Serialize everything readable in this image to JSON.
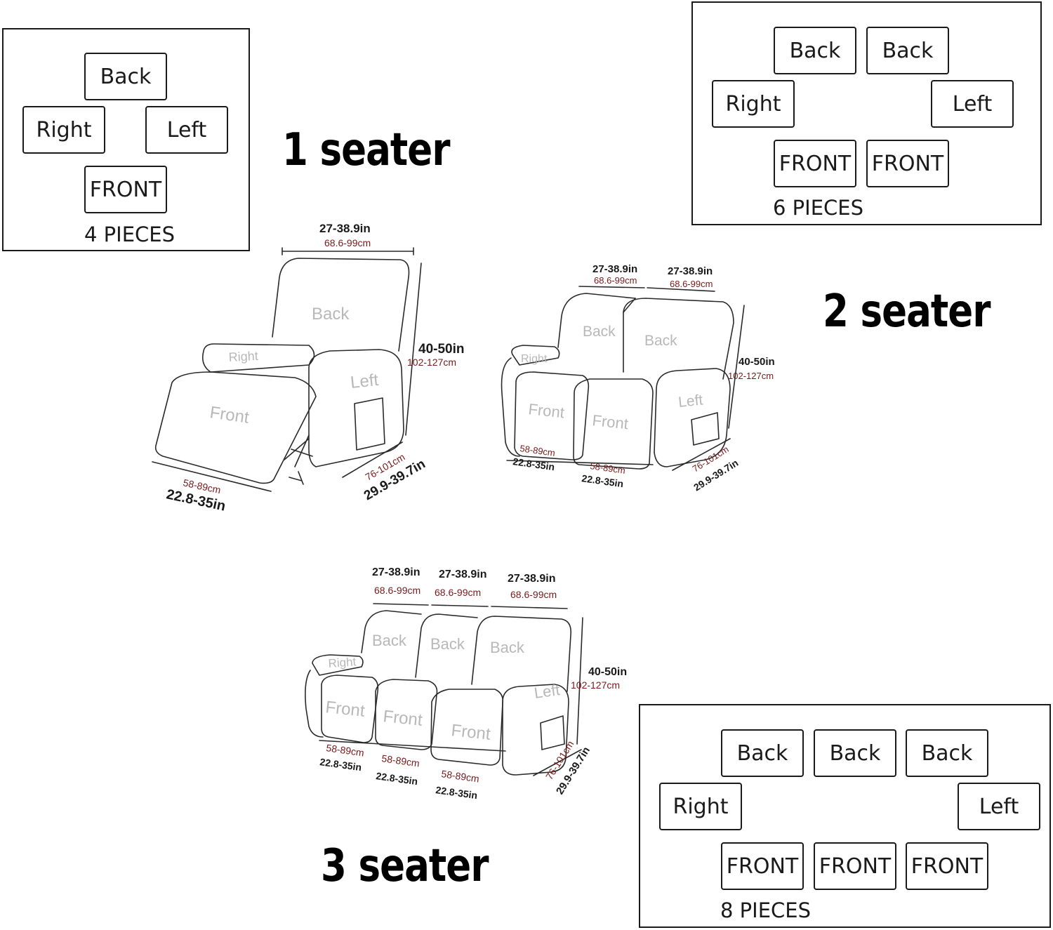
{
  "panels": {
    "p4": {
      "pieces": [
        "Back",
        "Right",
        "Left",
        "FRONT"
      ],
      "count": "4 PIECES"
    },
    "p6": {
      "pieces": [
        "Back",
        "Back",
        "Right",
        "Left",
        "FRONT",
        "FRONT"
      ],
      "count": "6 PIECES"
    },
    "p8": {
      "pieces": [
        "Back",
        "Back",
        "Back",
        "Right",
        "Left",
        "FRONT",
        "FRONT",
        "FRONT"
      ],
      "count": "8 PIECES"
    }
  },
  "headings": {
    "one": "1 seater",
    "two": "2 seater",
    "three": "3 seater"
  },
  "parts": {
    "back": "Back",
    "right": "Right",
    "left": "Left",
    "front": "Front"
  },
  "dims": {
    "width_in": "27-38.9in",
    "width_cm": "68.6-99cm",
    "height_in": "40-50in",
    "height_cm": "102-127cm",
    "seat_in": "22.8-35in",
    "seat_cm": "58-89cm",
    "depth_in": "29.9-39.7in",
    "depth_cm": "76-101cm"
  }
}
